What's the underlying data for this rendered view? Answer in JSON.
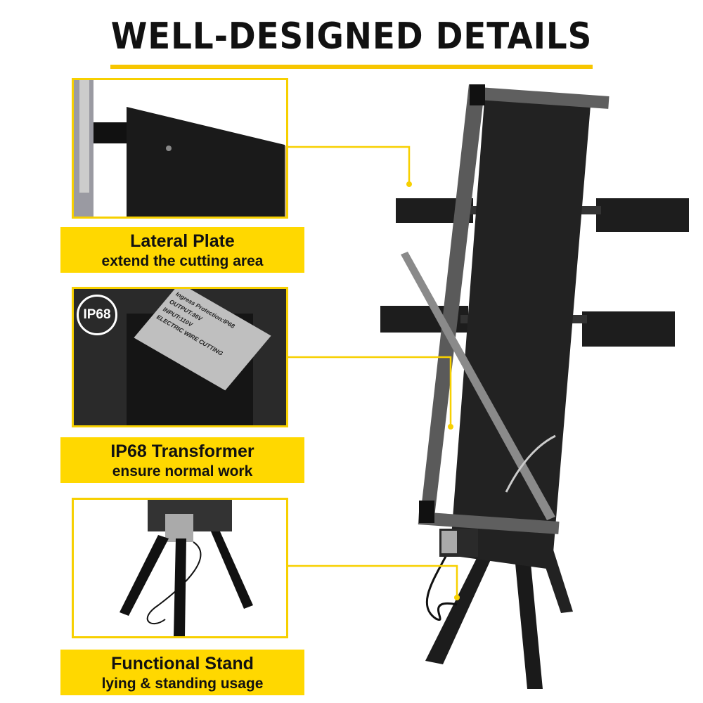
{
  "title": "WELL-DESIGNED DETAILS",
  "accent_color": "#ffd800",
  "features": [
    {
      "title": "Lateral Plate",
      "subtitle": "extend the cutting area"
    },
    {
      "title": "IP68 Transformer",
      "subtitle": "ensure normal work",
      "badge": "IP68",
      "label_lines": [
        "Ingress Protection:IP68",
        "OUTPUT:36V",
        "INPUT:110V",
        "ELECTRIC WIRE CUTTING"
      ]
    },
    {
      "title": "Functional Stand",
      "subtitle": "lying & standing usage"
    }
  ]
}
